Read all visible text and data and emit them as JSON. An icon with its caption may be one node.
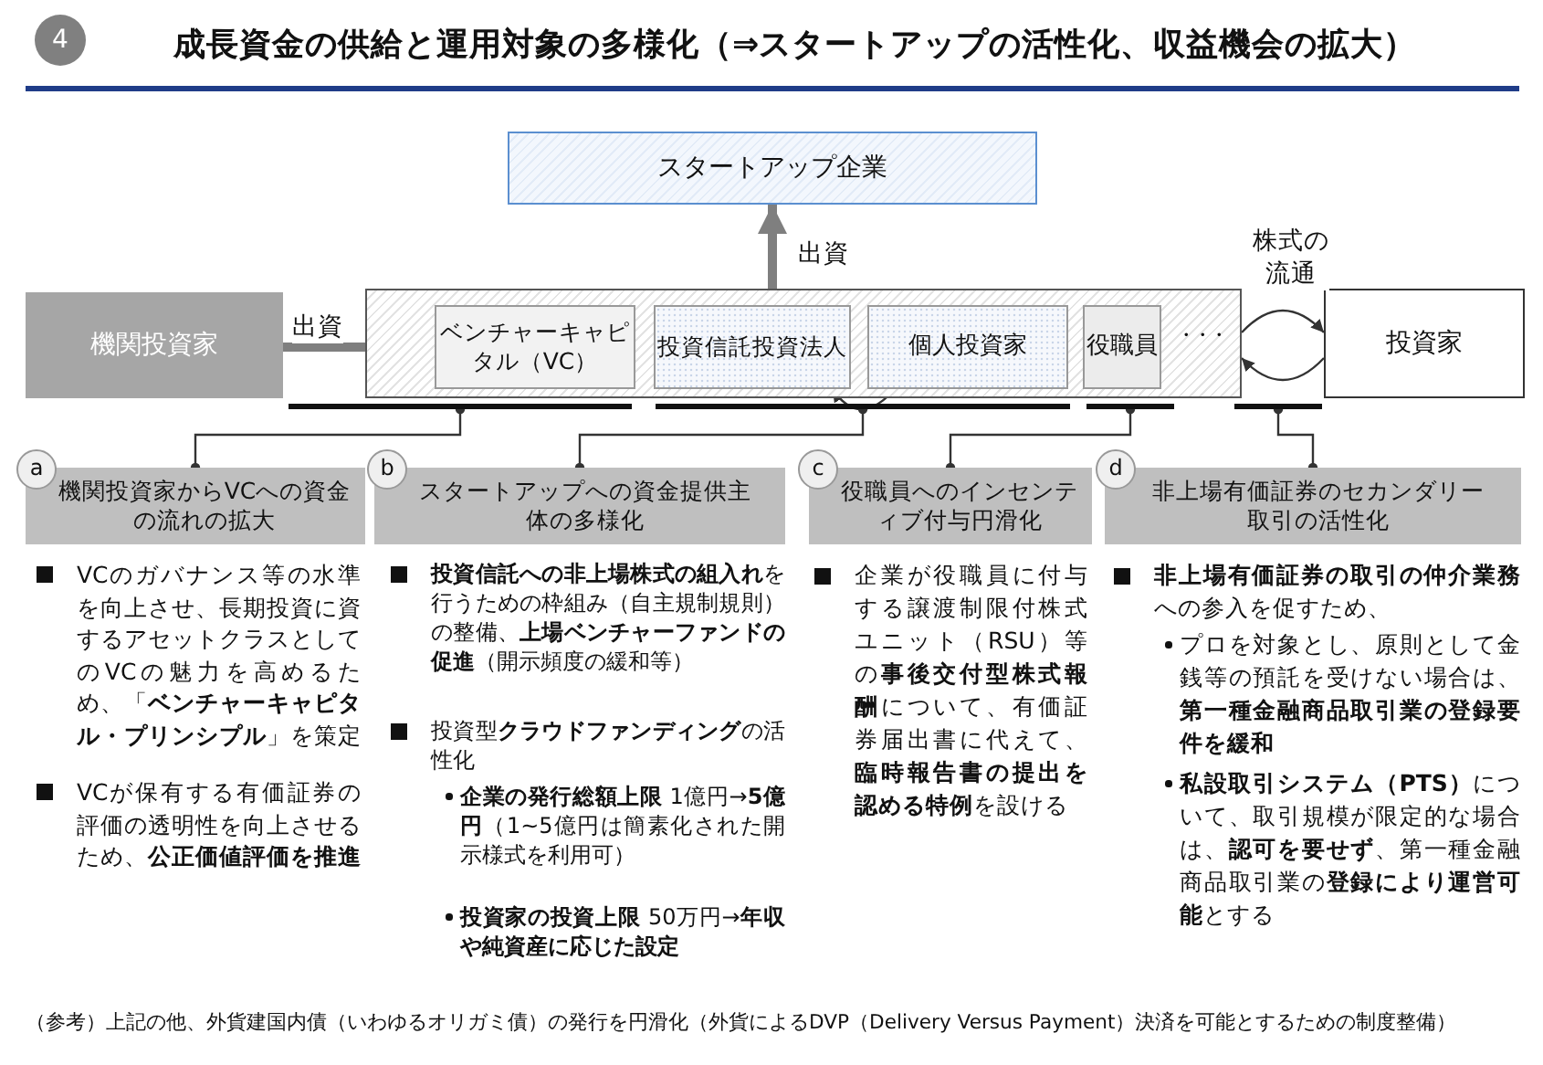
{
  "diagram": {
    "title": "成長資金の供給と運用対象の多様化（⇒スタートアップの活性化、収益機会の拡大）",
    "nodes": [
      {
        "text": [
          "スタートアップ企業"
        ]
      },
      {
        "text": [
          "機関投資家"
        ]
      },
      {
        "text": [
          "・・・"
        ]
      },
      {
        "text": [
          "ベンチャーキャピタル（VC）"
        ],
        "in": 2
      },
      {
        "text": [
          "投資信託投資法人"
        ],
        "in": 2
      },
      {
        "text": [
          "個人投資家"
        ],
        "in": 2
      },
      {
        "text": [
          "役職員"
        ],
        "in": 2
      },
      {
        "text": [
          "投資家"
        ]
      },
      {
        "text": [],
        "shape": "bar"
      },
      {
        "text": [],
        "shape": "bar"
      },
      {
        "text": [],
        "shape": "bar"
      },
      {
        "text": [],
        "shape": "bar"
      },
      {
        "text": [
          "機関投資家からVCへの資金の流れの拡大"
        ]
      },
      {
        "text": [
          "スタートアップへの資金提供主体の多様化"
        ]
      },
      {
        "text": [
          "役職員へのインセンティブ付与円滑化"
        ]
      },
      {
        "text": [
          "非上場有価証券のセカンダリー取引の活性化"
        ]
      }
    ],
    "edges": [
      {
        "from": 1,
        "to": 3,
        "arrow": "to",
        "label": "出資",
        "style": "thick",
        "color": "#7f7f7f"
      },
      {
        "from": 2,
        "to": 0,
        "arrow": "to",
        "label": "出資",
        "style": "thick",
        "color": "#7f7f7f"
      },
      {
        "from": 5,
        "to": 4,
        "arrow": "to"
      },
      {
        "from": 2,
        "to": 7,
        "arrow": "to",
        "label": "株式の流通"
      },
      {
        "from": 7,
        "to": 2,
        "arrow": "to"
      },
      {
        "from": 8,
        "to": 12,
        "arrow": "other"
      },
      {
        "from": 9,
        "to": 13,
        "arrow": "other"
      },
      {
        "from": 10,
        "to": 14,
        "arrow": "other"
      },
      {
        "from": 11,
        "to": 15,
        "arrow": "other"
      }
    ],
    "labels": [
      "4",
      "a",
      "b",
      "c",
      "d",
      "VCのガバナンス等の水準を向上させ、長期投資に資するアセットクラスとしてのVCの魅力を高めるため、「**ベンチャーキャピタル・プリンシプル**」を策定",
      "VCが保有する有価証券の評価の透明性を向上させるため、**公正価値評価を推進**",
      "**投資信託への非上場株式の組入れ**を行うための枠組み（自主規制規則）の整備、**上場ベンチャーファンドの促進**（開示頻度の緩和等）",
      "投資型**クラウドファンディング**の活性化",
      "**企業の発行総額上限** 1億円→**5億円**（1~5億円は簡素化された開示様式を利用可）",
      "**投資家の投資上限** 50万円→**年収や純資産に応じた設定**",
      "企業が役職員に付与する譲渡制限付株式ユニット（RSU）等の**事後交付型株式報酬**について、有価証券届出書に代えて、**臨時報告書の提出を認める特例**を設ける",
      "**非上場有価証券の取引の仲介業務**への参入を促すため、",
      "プロを対象とし、原則として金銭等の預託を受けない場合は、**第一種金融商品取引業の登録要件を緩和**",
      "**私設取引システム（PTS）**について、取引規模が限定的な場合は、**認可を要せず**、第一種金融商品取引業の**登録により運営可能**とする",
      "（参考）上記の他、外貨建国内債（いわゆるオリガミ債）の発行を円滑化（外貨によるDVP（Delivery Versus Payment）決済を可能とするための制度整備）"
    ]
  }
}
